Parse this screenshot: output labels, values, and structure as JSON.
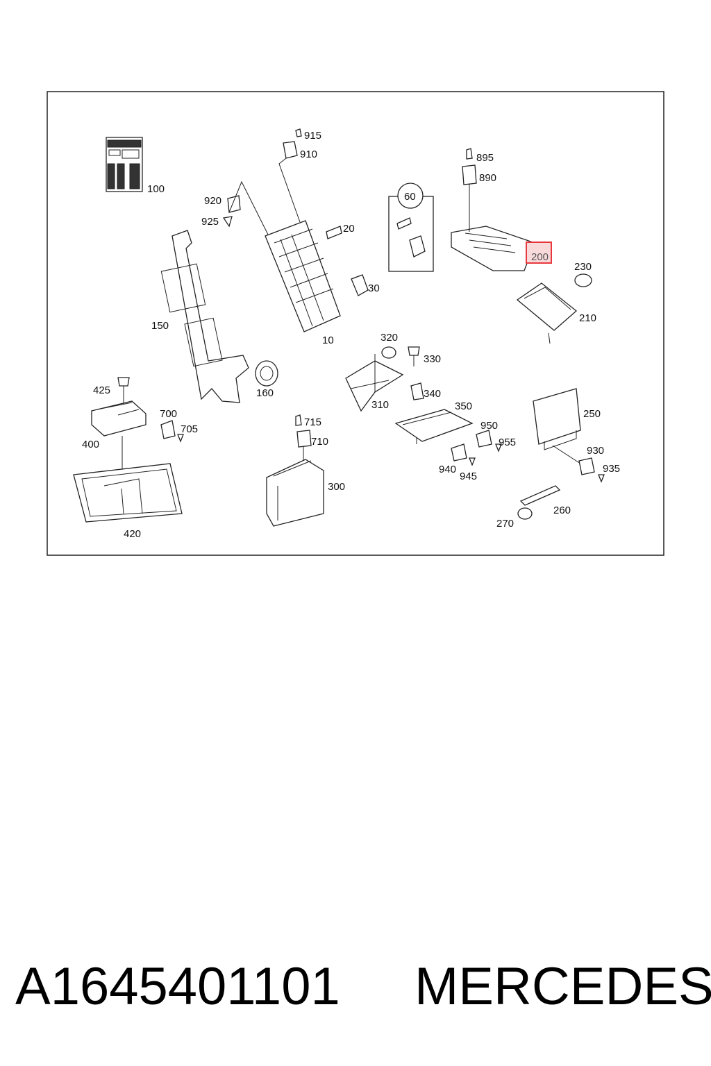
{
  "diagram": {
    "highlight_color": "#e8383d",
    "highlight_fill": "#f8dada",
    "highlighted_part": "200",
    "callouts": [
      "915",
      "910",
      "100",
      "920",
      "925",
      "20",
      "60",
      "895",
      "890",
      "200",
      "230",
      "210",
      "150",
      "30",
      "10",
      "320",
      "330",
      "340",
      "310",
      "160",
      "425",
      "700",
      "705",
      "400",
      "715",
      "710",
      "350",
      "950",
      "955",
      "250",
      "940",
      "945",
      "930",
      "935",
      "300",
      "260",
      "270",
      "420"
    ]
  },
  "caption": {
    "part_number": "A1645401101",
    "brand": "MERCEDES"
  }
}
